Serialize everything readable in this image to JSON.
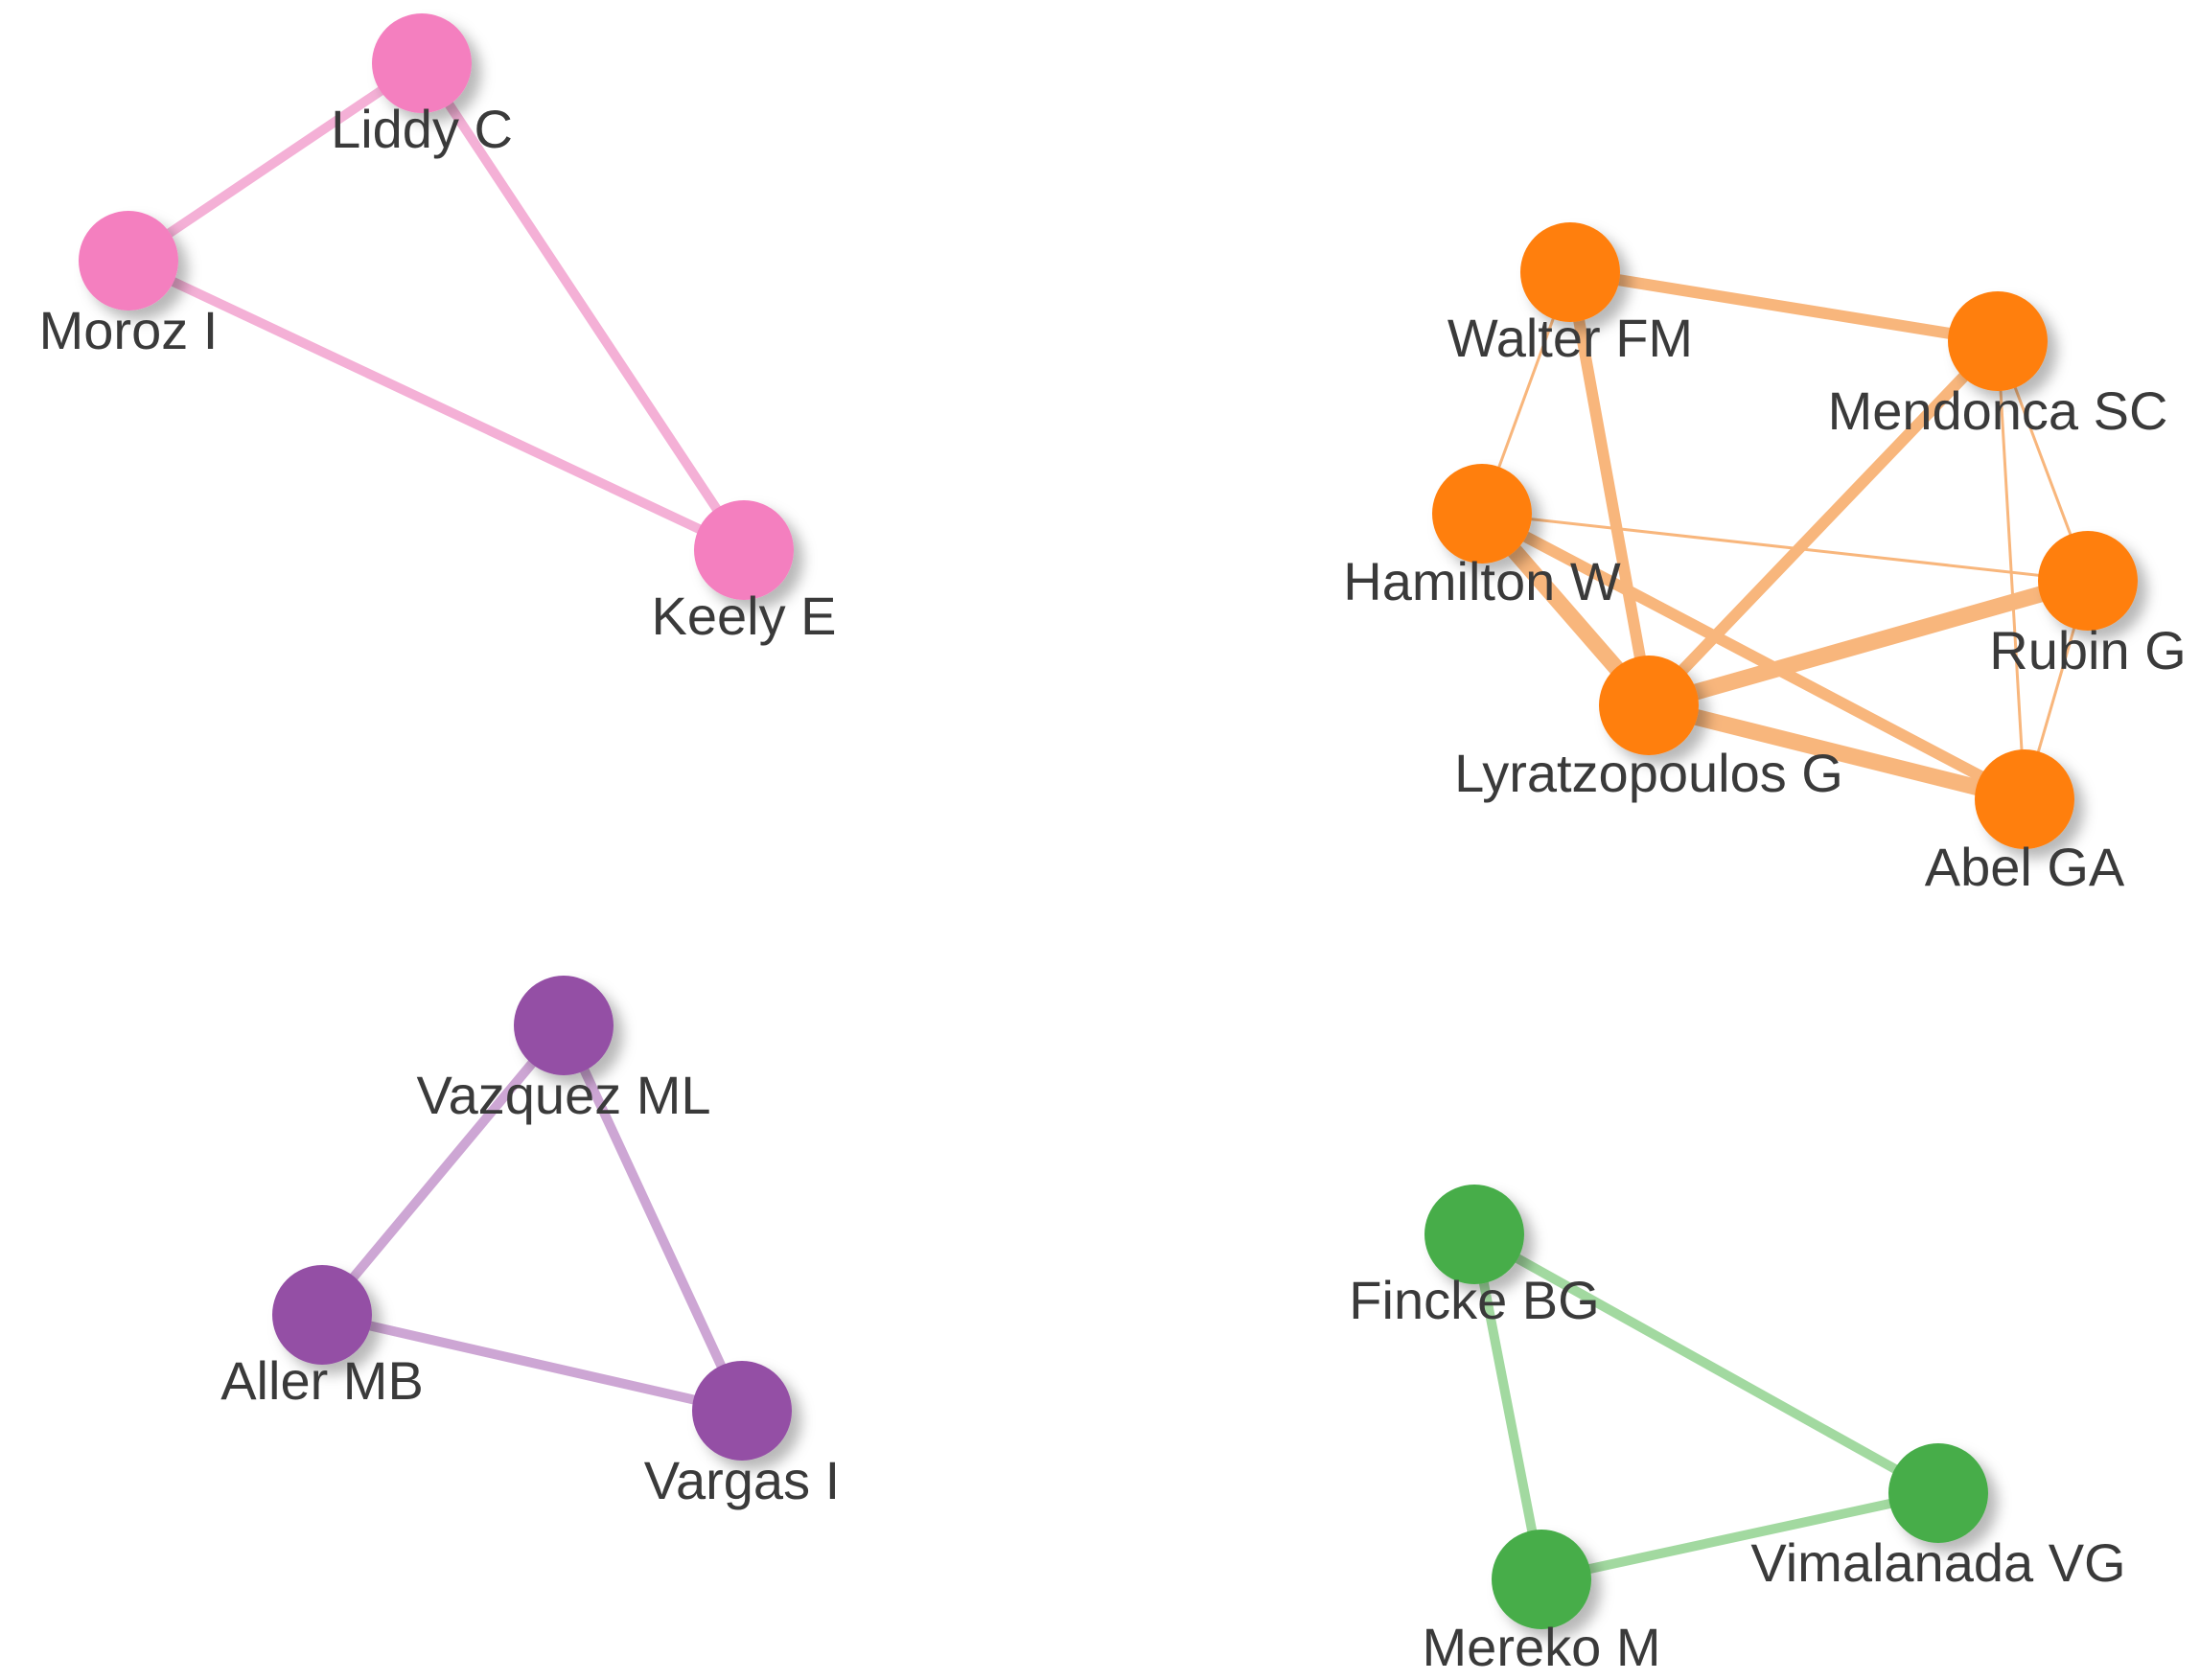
{
  "clusters": [
    {
      "id": "pink",
      "color": "#f47fbf",
      "edge_color": "#f4b0d6",
      "nodes": [
        {
          "id": "liddy",
          "label": "Liddy C"
        },
        {
          "id": "moroz",
          "label": "Moroz I"
        },
        {
          "id": "keely",
          "label": "Keely E"
        }
      ],
      "edges": [
        {
          "source": "liddy",
          "target": "moroz",
          "weight": 2
        },
        {
          "source": "liddy",
          "target": "keely",
          "weight": 2
        },
        {
          "source": "moroz",
          "target": "keely",
          "weight": 2
        }
      ]
    },
    {
      "id": "orange",
      "color": "#ff7f0e",
      "edge_color": "#f8b67c",
      "nodes": [
        {
          "id": "walter",
          "label": "Walter FM"
        },
        {
          "id": "mendonca",
          "label": "Mendonca SC"
        },
        {
          "id": "hamilton",
          "label": "Hamilton W"
        },
        {
          "id": "rubin",
          "label": "Rubin G"
        },
        {
          "id": "lyratzopoulos",
          "label": "Lyratzopoulos G"
        },
        {
          "id": "abel",
          "label": "Abel GA"
        }
      ],
      "edges": [
        {
          "source": "walter",
          "target": "mendonca",
          "weight": 3
        },
        {
          "source": "walter",
          "target": "lyratzopoulos",
          "weight": 3
        },
        {
          "source": "walter",
          "target": "hamilton",
          "weight": 1
        },
        {
          "source": "mendonca",
          "target": "lyratzopoulos",
          "weight": 3
        },
        {
          "source": "mendonca",
          "target": "rubin",
          "weight": 1
        },
        {
          "source": "mendonca",
          "target": "abel",
          "weight": 1
        },
        {
          "source": "hamilton",
          "target": "rubin",
          "weight": 1
        },
        {
          "source": "hamilton",
          "target": "lyratzopoulos",
          "weight": 4
        },
        {
          "source": "hamilton",
          "target": "abel",
          "weight": 3
        },
        {
          "source": "lyratzopoulos",
          "target": "rubin",
          "weight": 4
        },
        {
          "source": "lyratzopoulos",
          "target": "abel",
          "weight": 4
        },
        {
          "source": "rubin",
          "target": "abel",
          "weight": 1
        }
      ]
    },
    {
      "id": "purple",
      "color": "#944fa5",
      "edge_color": "#cda6d4",
      "nodes": [
        {
          "id": "vazquez",
          "label": "Vazquez ML"
        },
        {
          "id": "aller",
          "label": "Aller MB"
        },
        {
          "id": "vargas",
          "label": "Vargas I"
        }
      ],
      "edges": [
        {
          "source": "vazquez",
          "target": "aller",
          "weight": 2
        },
        {
          "source": "vazquez",
          "target": "vargas",
          "weight": 2
        },
        {
          "source": "aller",
          "target": "vargas",
          "weight": 2
        }
      ]
    },
    {
      "id": "green",
      "color": "#47ad4a",
      "edge_color": "#a2d9a0",
      "nodes": [
        {
          "id": "fincke",
          "label": "Fincke BG"
        },
        {
          "id": "vimalanada",
          "label": "Vimalanada VG"
        },
        {
          "id": "mereko",
          "label": "Mereko M"
        }
      ],
      "edges": [
        {
          "source": "fincke",
          "target": "vimalanada",
          "weight": 2
        },
        {
          "source": "fincke",
          "target": "mereko",
          "weight": 2
        },
        {
          "source": "vimalanada",
          "target": "mereko",
          "weight": 2
        }
      ]
    }
  ]
}
